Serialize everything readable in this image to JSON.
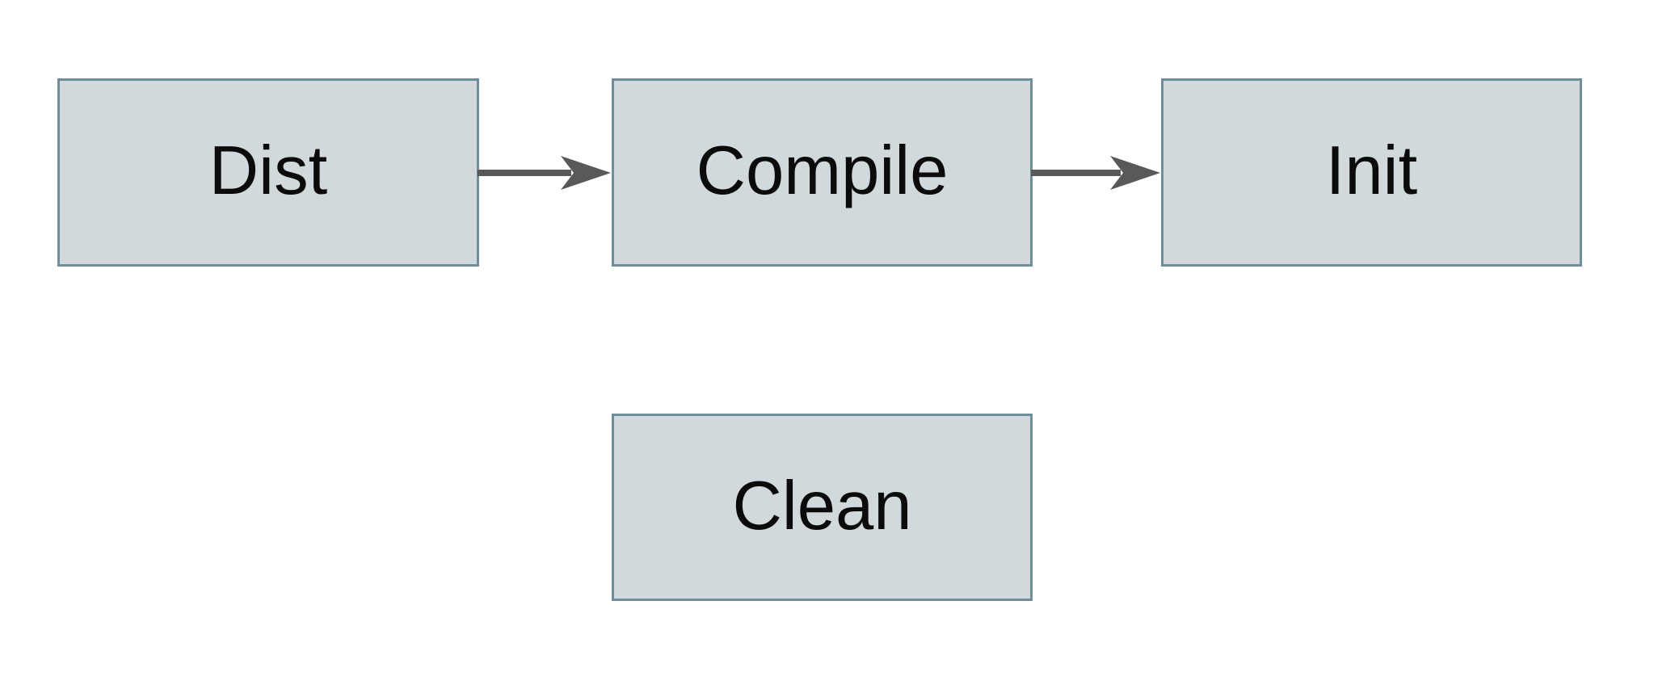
{
  "diagram": {
    "background_color": "#ffffff",
    "node_fill_color": "#d2d9dc",
    "node_border_color": "#708d9a",
    "arrow_color": "#595959",
    "text_color": "#0b0b0b",
    "nodes": [
      {
        "id": "dist",
        "label": "Dist"
      },
      {
        "id": "compile",
        "label": "Compile"
      },
      {
        "id": "init",
        "label": "Init"
      },
      {
        "id": "clean",
        "label": "Clean"
      }
    ],
    "edges": [
      {
        "from": "dist",
        "to": "compile"
      },
      {
        "from": "compile",
        "to": "init"
      }
    ]
  }
}
